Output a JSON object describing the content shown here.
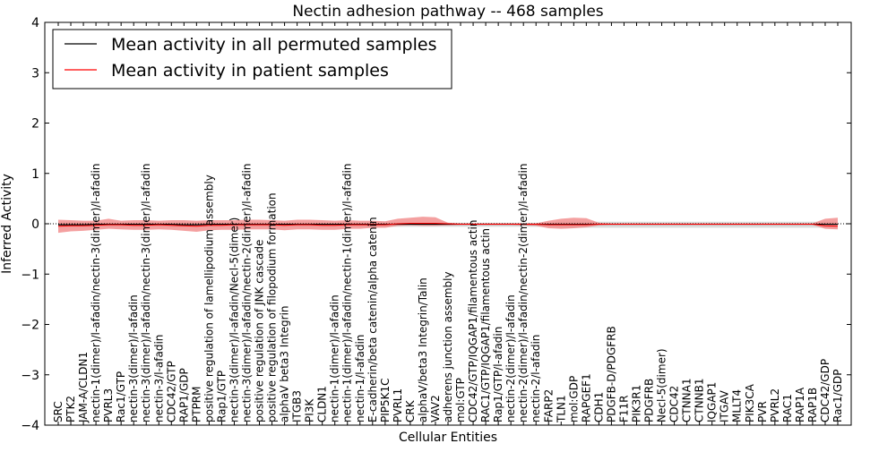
{
  "chart_data": {
    "type": "line",
    "title": "Nectin adhesion pathway -- 468 samples",
    "xlabel": "Cellular Entities",
    "ylabel": "Inferred Activity",
    "ylim": [
      -4,
      4
    ],
    "yticks": [
      -4,
      -3,
      -2,
      -1,
      0,
      1,
      2,
      3,
      4
    ],
    "grid": false,
    "legend_position": "top-left",
    "zero_line": "dotted",
    "categories": [
      "SRC",
      "PTK2",
      "JAM-A/CLDN1",
      "nectin-1(dimer)/l-afadin/nectin-3(dimer)/l-afadin",
      "PVRL3",
      "Rac1/GTP",
      "nectin-3(dimer)/l-afadin",
      "nectin-3(dimer)/l-afadin/nectin-3(dimer)/l-afadin",
      "nectin-3/l-afadin",
      "CDC42/GTP",
      "RAP1/GDP",
      "PTPRM",
      "positive regulation of lamellipodium assembly",
      "Rap1/GTP",
      "nectin-3(dimer)/l-afadin/Necl-5(dimer)",
      "nectin-3(dimer)/l-afadin/nectin-2(dimer)/l-afadin",
      "positive regulation of JNK cascade",
      "positive regulation of filopodium formation",
      "alphaV beta3 Integrin",
      "ITGB3",
      "PI3K",
      "CLDN1",
      "nectin-1(dimer)/l-afadin",
      "nectin-1(dimer)/l-afadin/nectin-1(dimer)/l-afadin",
      "nectin-1/l-afadin",
      "E-cadherin/beta catenin/alpha catenin",
      "PIP5K1C",
      "PVRL1",
      "CRK",
      "alphaV/beta3 Integrin/Talin",
      "VAV2",
      "adherens junction assembly",
      "mol:GTP",
      "CDC42/GTP/IQGAP1/filamentous actin",
      "RAC1/GTP/IQGAP1/filamentous actin",
      "Rap1/GTP/l-afadin",
      "nectin-2(dimer)/l-afadin",
      "nectin-2(dimer)/l-afadin/nectin-2(dimer)/l-afadin",
      "nectin-2/l-afadin",
      "FARP2",
      "TLN1",
      "mol:GDP",
      "RAPGEF1",
      "CDH1",
      "PDGFB-D/PDGFRB",
      "F11R",
      "PIK3R1",
      "PDGFRB",
      "Necl-5(dimer)",
      "CDC42",
      "CTNNA1",
      "CTNNB1",
      "IQGAP1",
      "ITGAV",
      "MLLT4",
      "PIK3CA",
      "PVR",
      "PVRL2",
      "RAC1",
      "RAP1A",
      "RAP1B",
      "CDC42/GDP",
      "Rac1/GDP"
    ],
    "series": [
      {
        "name": "Mean activity in all permuted samples",
        "color": "#000000",
        "values": [
          -0.02,
          -0.02,
          -0.02,
          -0.01,
          -0.01,
          -0.01,
          -0.01,
          -0.01,
          -0.01,
          -0.01,
          -0.02,
          -0.02,
          -0.01,
          -0.01,
          -0.01,
          -0.01,
          -0.01,
          -0.01,
          -0.01,
          -0.01,
          -0.01,
          -0.01,
          -0.01,
          -0.01,
          -0.01,
          -0.01,
          -0.01,
          -0.01,
          -0.01,
          -0.01,
          -0.01,
          -0.01,
          -0.01,
          -0.01,
          -0.01,
          -0.01,
          -0.01,
          -0.01,
          -0.01,
          -0.01,
          -0.01,
          -0.01,
          -0.01,
          -0.01,
          -0.01,
          -0.01,
          -0.01,
          -0.01,
          -0.01,
          -0.01,
          -0.01,
          -0.01,
          -0.01,
          -0.01,
          -0.01,
          -0.01,
          -0.01,
          -0.01,
          -0.01,
          -0.01,
          -0.01,
          -0.01,
          -0.01
        ],
        "band_lower": [
          -0.06,
          -0.06,
          -0.06,
          -0.06,
          -0.06,
          -0.06,
          -0.06,
          -0.06,
          -0.06,
          -0.06,
          -0.06,
          -0.06,
          -0.06,
          -0.06,
          -0.06,
          -0.06,
          -0.06,
          -0.06,
          -0.06,
          -0.06,
          -0.06,
          -0.06,
          -0.06,
          -0.06,
          -0.06,
          -0.06,
          -0.06,
          -0.06,
          -0.06,
          -0.06,
          -0.06,
          -0.06,
          -0.06,
          -0.06,
          -0.06,
          -0.06,
          -0.06,
          -0.06,
          -0.06,
          -0.06,
          -0.08,
          -0.08,
          -0.08,
          -0.08,
          -0.08,
          -0.08,
          -0.08,
          -0.08,
          -0.08,
          -0.08,
          -0.08,
          -0.08,
          -0.08,
          -0.08,
          -0.08,
          -0.08,
          -0.08,
          -0.08,
          -0.08,
          -0.08,
          -0.08,
          -0.08,
          -0.08
        ],
        "band_upper": [
          0.02,
          0.02,
          0.02,
          0.02,
          0.02,
          0.02,
          0.02,
          0.02,
          0.02,
          0.02,
          0.02,
          0.02,
          0.02,
          0.02,
          0.02,
          0.02,
          0.02,
          0.02,
          0.02,
          0.02,
          0.02,
          0.02,
          0.02,
          0.02,
          0.02,
          0.02,
          0.02,
          0.02,
          0.02,
          0.02,
          0.02,
          0.02,
          0.02,
          0.02,
          0.02,
          0.02,
          0.02,
          0.02,
          0.02,
          0.02,
          0.04,
          0.04,
          0.04,
          0.04,
          0.04,
          0.04,
          0.04,
          0.04,
          0.04,
          0.04,
          0.04,
          0.04,
          0.04,
          0.04,
          0.04,
          0.04,
          0.04,
          0.04,
          0.04,
          0.04,
          0.04,
          0.04,
          0.04
        ]
      },
      {
        "name": "Mean activity in patient samples",
        "color": "#ff0000",
        "band_color": "#f08080",
        "values": [
          -0.05,
          -0.04,
          -0.04,
          -0.03,
          -0.02,
          -0.02,
          -0.03,
          -0.03,
          -0.02,
          -0.03,
          -0.04,
          -0.05,
          -0.03,
          -0.03,
          -0.02,
          -0.02,
          -0.02,
          -0.02,
          -0.03,
          -0.02,
          -0.02,
          -0.03,
          -0.03,
          -0.02,
          -0.02,
          -0.02,
          -0.02,
          0.0,
          0.01,
          0.01,
          0.01,
          0.0,
          -0.01,
          -0.01,
          -0.01,
          -0.01,
          -0.01,
          -0.01,
          -0.01,
          -0.02,
          -0.02,
          -0.02,
          -0.02,
          -0.01,
          -0.01,
          -0.01,
          -0.01,
          -0.01,
          -0.01,
          -0.01,
          -0.01,
          -0.01,
          -0.01,
          -0.01,
          -0.01,
          -0.01,
          -0.01,
          -0.01,
          -0.01,
          -0.01,
          -0.01,
          -0.04,
          -0.05
        ],
        "band_lower": [
          -0.18,
          -0.15,
          -0.14,
          -0.12,
          -0.1,
          -0.11,
          -0.12,
          -0.12,
          -0.11,
          -0.12,
          -0.14,
          -0.16,
          -0.13,
          -0.12,
          -0.12,
          -0.11,
          -0.11,
          -0.11,
          -0.13,
          -0.11,
          -0.11,
          -0.12,
          -0.12,
          -0.1,
          -0.1,
          -0.08,
          -0.08,
          -0.04,
          -0.03,
          -0.04,
          -0.04,
          -0.03,
          -0.02,
          -0.02,
          -0.02,
          -0.02,
          -0.02,
          -0.03,
          -0.04,
          -0.09,
          -0.1,
          -0.09,
          -0.07,
          -0.03,
          -0.02,
          -0.02,
          -0.02,
          -0.02,
          -0.02,
          -0.02,
          -0.02,
          -0.02,
          -0.02,
          -0.02,
          -0.02,
          -0.02,
          -0.02,
          -0.02,
          -0.02,
          -0.02,
          -0.02,
          -0.1,
          -0.11
        ],
        "band_upper": [
          0.08,
          0.07,
          0.06,
          0.06,
          0.1,
          0.06,
          0.07,
          0.07,
          0.06,
          0.07,
          0.07,
          0.06,
          0.07,
          0.07,
          0.07,
          0.08,
          0.08,
          0.07,
          0.06,
          0.08,
          0.08,
          0.07,
          0.06,
          0.07,
          0.06,
          0.06,
          0.05,
          0.1,
          0.12,
          0.14,
          0.13,
          0.02,
          0.01,
          0.01,
          0.01,
          0.01,
          0.01,
          0.01,
          0.01,
          0.06,
          0.1,
          0.12,
          0.11,
          0.02,
          0.01,
          0.01,
          0.01,
          0.01,
          0.01,
          0.01,
          0.01,
          0.01,
          0.01,
          0.01,
          0.01,
          0.01,
          0.01,
          0.01,
          0.01,
          0.01,
          0.01,
          0.1,
          0.12
        ]
      }
    ]
  }
}
